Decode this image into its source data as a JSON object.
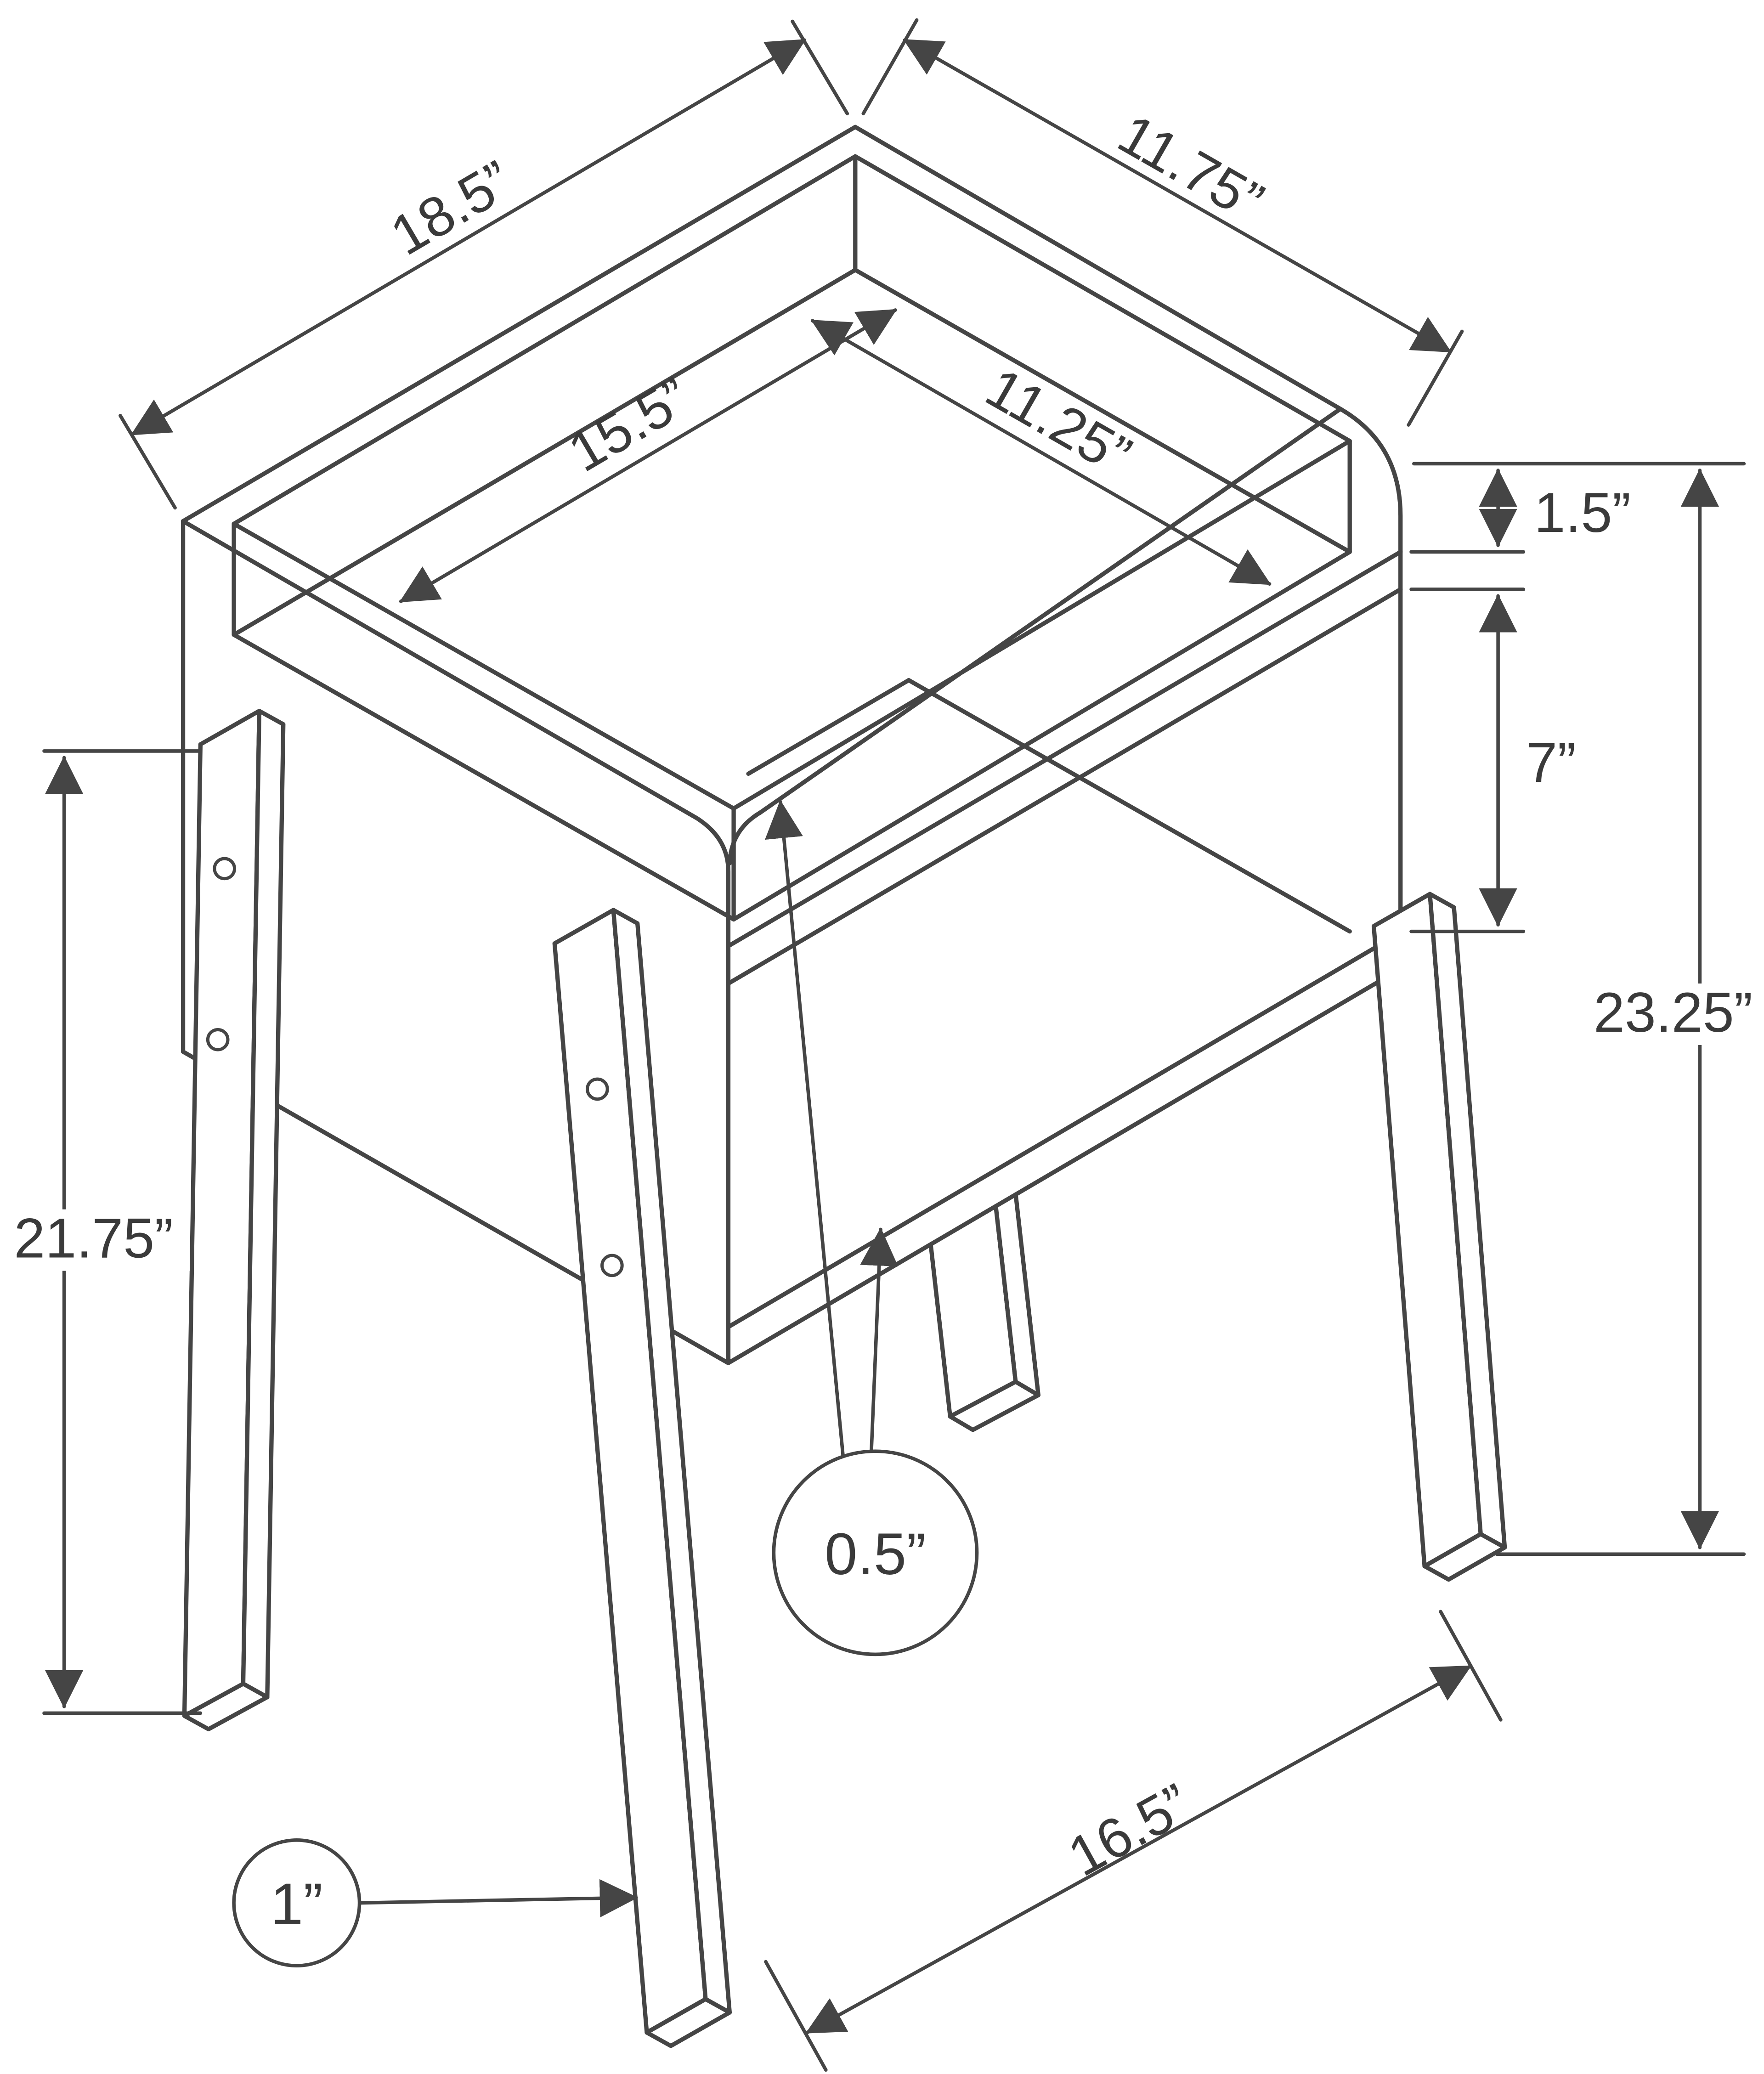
{
  "diagram": {
    "type": "furniture-dimension-diagram",
    "subject": "side table with open shelf and splayed metal legs",
    "colors": {
      "stroke": "#454545",
      "text": "#3a3a3a",
      "background": "#ffffff"
    },
    "dimensions": {
      "top_width": "18.5”",
      "top_depth": "11.75”",
      "inner_width": "15.5”",
      "inner_depth": "11.25”",
      "gallery_height": "1.5”",
      "shelf_gap": "7”",
      "total_height": "23.25”",
      "leg_height": "21.75”",
      "bottom_depth": "16.5”",
      "panel_thickness": "0.5”",
      "leg_thickness": "1”"
    }
  }
}
